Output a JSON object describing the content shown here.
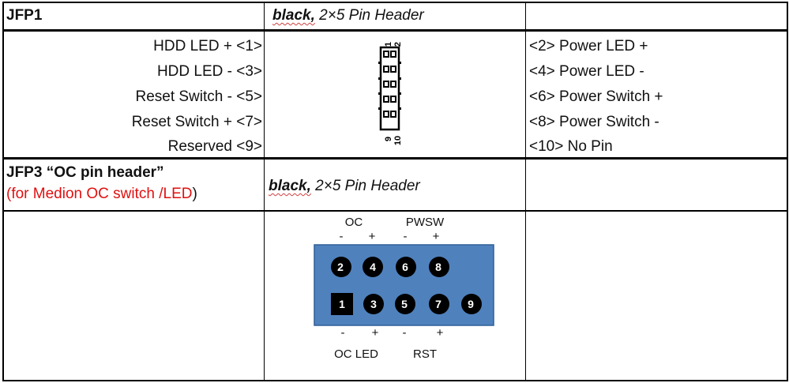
{
  "jfp1": {
    "name": "JFP1",
    "color_word": "black,",
    "header_desc": "2×5 Pin Header",
    "left_pins": [
      "HDD LED + <1>",
      "HDD LED - <3>",
      "Reset Switch - <5>",
      "Reset Switch + <7>",
      "Reserved <9>"
    ],
    "right_pins": [
      "<2> Power LED +",
      "<4> Power LED -",
      "<6> Power Switch +",
      "<8> Power Switch -",
      "<10> No Pin"
    ],
    "diagram_top_labels": [
      "1",
      "2"
    ],
    "diagram_bottom_labels": [
      "9",
      "10"
    ]
  },
  "jfp3": {
    "name": "JFP3 “OC pin header”",
    "subtitle_open": "(",
    "subtitle_red": "for Medion OC switch /LED",
    "subtitle_close": ")",
    "color_word": "black,",
    "header_desc": "2×5  Pin Header",
    "diagram": {
      "board_color": "#4f81bd",
      "top_group_labels": [
        "OC",
        "PWSW"
      ],
      "top_signs": [
        "-",
        "+",
        "-",
        "+"
      ],
      "top_pins": [
        "2",
        "4",
        "6",
        "8"
      ],
      "bottom_pins": [
        "1",
        "3",
        "5",
        "7",
        "9"
      ],
      "bottom_signs": [
        "-",
        "+",
        "-",
        "+"
      ],
      "bottom_group_labels": [
        "OC LED",
        "RST"
      ]
    }
  }
}
